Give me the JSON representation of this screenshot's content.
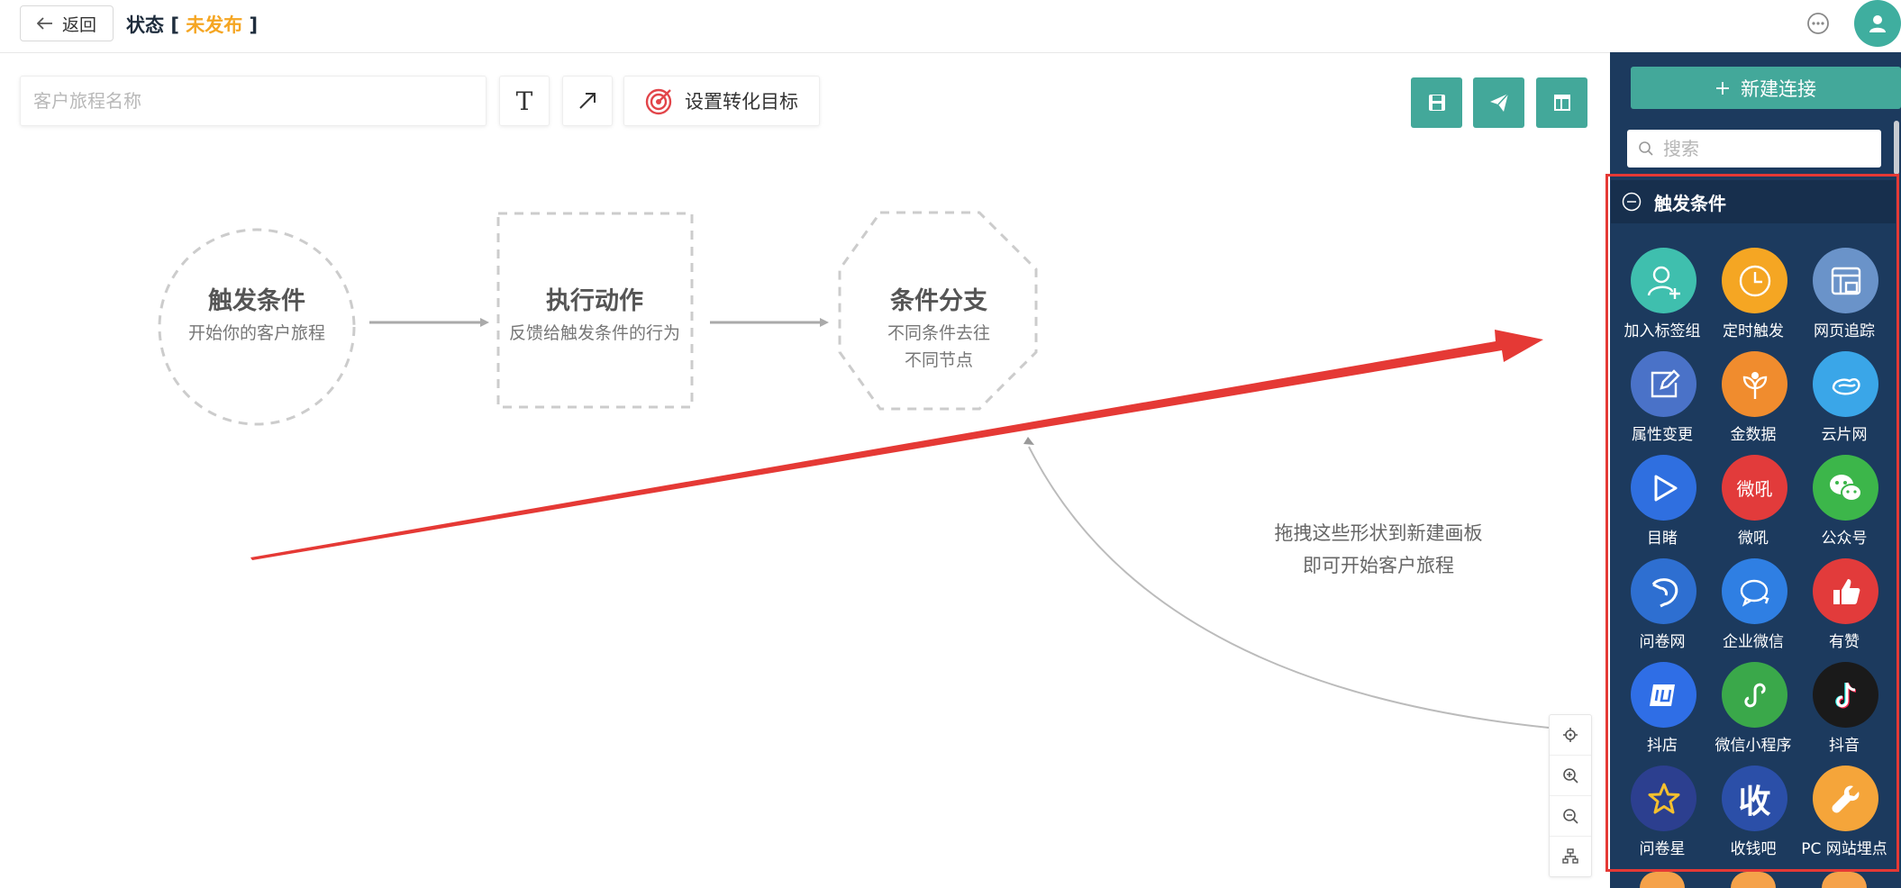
{
  "header": {
    "back_label": "返回",
    "status_label": "状态",
    "status_open": "[",
    "status_value": "未发布",
    "status_close": "]"
  },
  "toolbar": {
    "name_placeholder": "客户旅程名称",
    "text_tool_glyph": "T",
    "goal_label": "设置转化目标"
  },
  "flow": {
    "nodes": [
      {
        "title": "触发条件",
        "desc": [
          "开始你的客户旅程"
        ]
      },
      {
        "title": "执行动作",
        "desc": [
          "反馈给触发条件的行为"
        ]
      },
      {
        "title": "条件分支",
        "desc": [
          "不同条件去往",
          "不同节点"
        ]
      }
    ],
    "hint": [
      "拖拽这些形状到新建画板",
      "即可开始客户旅程"
    ]
  },
  "sidebar": {
    "new_connection_label": "新建连接",
    "search_placeholder": "搜索",
    "section_title": "触发条件",
    "items": [
      {
        "label": "加入标签组",
        "icon": "user-plus-icon",
        "color": "#3fbfae"
      },
      {
        "label": "定时触发",
        "icon": "clock-icon",
        "color": "#f5a623"
      },
      {
        "label": "网页追踪",
        "icon": "web-page-icon",
        "color": "#6a93c9"
      },
      {
        "label": "属性变更",
        "icon": "edit-icon",
        "color": "#4a72c8"
      },
      {
        "label": "金数据",
        "icon": "jinshuju-icon",
        "color": "#f08c2e"
      },
      {
        "label": "云片网",
        "icon": "yunpian-icon",
        "color": "#3aa6e8"
      },
      {
        "label": "目睹",
        "icon": "play-icon",
        "color": "#2f6fe0"
      },
      {
        "label": "微吼",
        "icon": "vhall-icon",
        "color": "#e23b3b"
      },
      {
        "label": "公众号",
        "icon": "wechat-icon",
        "color": "#3cb64a"
      },
      {
        "label": "问卷网",
        "icon": "wenjuan-icon",
        "color": "#2e6fd1"
      },
      {
        "label": "企业微信",
        "icon": "wecom-icon",
        "color": "#2f7fe3"
      },
      {
        "label": "有赞",
        "icon": "thumbs-up-icon",
        "color": "#e23b3b"
      },
      {
        "label": "抖店",
        "icon": "doudian-icon",
        "color": "#2f6ee6"
      },
      {
        "label": "微信小程序",
        "icon": "mini-program-icon",
        "color": "#3aa84a"
      },
      {
        "label": "抖音",
        "icon": "douyin-icon",
        "color": "#1a1a1a"
      },
      {
        "label": "问卷星",
        "icon": "star-icon",
        "color": "#2c3f8f"
      },
      {
        "label": "收钱吧",
        "icon": "shouqianba-icon",
        "color": "#2b4fa8"
      },
      {
        "label": "PC 网站埋点",
        "icon": "wrench-icon",
        "color": "#f5a53a"
      }
    ],
    "vhall_glyph": "微吼",
    "shouqianba_glyph": "收"
  },
  "colors": {
    "accent": "#43a89a",
    "status_orange": "#f5a623",
    "panel_bg": "#1c3a5e",
    "highlight_red": "#e53935"
  }
}
